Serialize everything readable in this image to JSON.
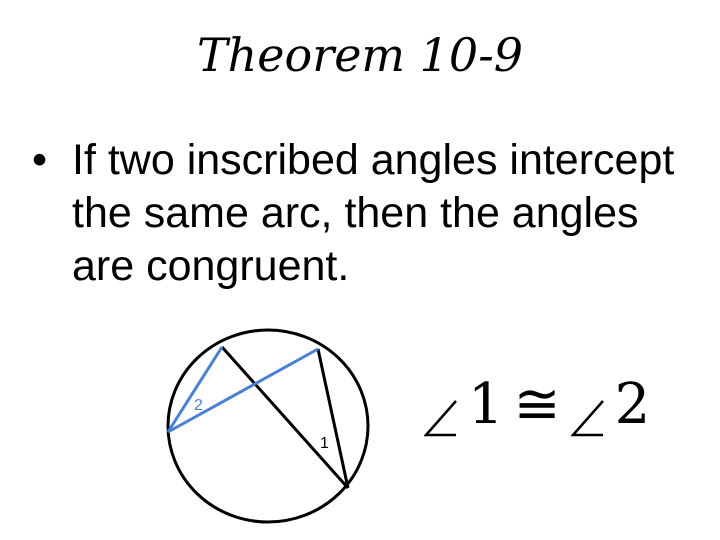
{
  "slide": {
    "title": "Theorem 10-9",
    "bullet_marker": "•",
    "bullet_text": "If two inscribed angles intercept the same arc, then the angles are congruent."
  },
  "figure": {
    "label_angle_2": "2",
    "label_angle_1": "1",
    "chord_color": "#4a7fd6",
    "outline_color": "#000000"
  },
  "relation": {
    "left_number": "1",
    "congruent_symbol": "≅",
    "right_number": "2"
  }
}
